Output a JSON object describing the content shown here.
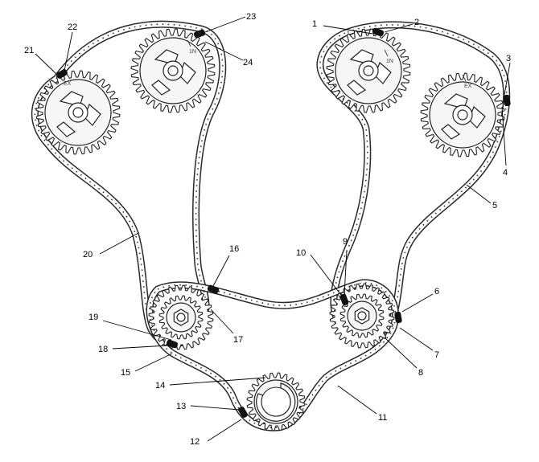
{
  "callouts": [
    {
      "id": "1",
      "label": "1"
    },
    {
      "id": "2",
      "label": "2"
    },
    {
      "id": "3",
      "label": "3"
    },
    {
      "id": "4",
      "label": "4"
    },
    {
      "id": "5",
      "label": "5"
    },
    {
      "id": "6",
      "label": "6"
    },
    {
      "id": "7",
      "label": "7"
    },
    {
      "id": "8",
      "label": "8"
    },
    {
      "id": "9",
      "label": "9"
    },
    {
      "id": "10",
      "label": "10"
    },
    {
      "id": "11",
      "label": "11"
    },
    {
      "id": "12",
      "label": "12"
    },
    {
      "id": "13",
      "label": "13"
    },
    {
      "id": "14",
      "label": "14"
    },
    {
      "id": "15",
      "label": "15"
    },
    {
      "id": "16",
      "label": "16"
    },
    {
      "id": "17",
      "label": "17"
    },
    {
      "id": "18",
      "label": "18"
    },
    {
      "id": "19",
      "label": "19"
    },
    {
      "id": "20",
      "label": "20"
    },
    {
      "id": "21",
      "label": "21"
    },
    {
      "id": "22",
      "label": "22"
    },
    {
      "id": "23",
      "label": "23"
    },
    {
      "id": "24",
      "label": "24"
    }
  ],
  "sprocket_stamps": {
    "left_exhaust": "EX",
    "left_intake": "1N",
    "right_intake": "1N",
    "right_exhaust": "EX"
  },
  "icons": {
    "cam_sprocket": "cam-sprocket-icon",
    "idler_sprocket": "idler-sprocket-icon",
    "crank_sprocket": "crank-sprocket-icon",
    "timing_mark": "timing-mark-icon"
  },
  "colors": {
    "line": "#222222",
    "marker": "#111111",
    "background": "#ffffff"
  }
}
